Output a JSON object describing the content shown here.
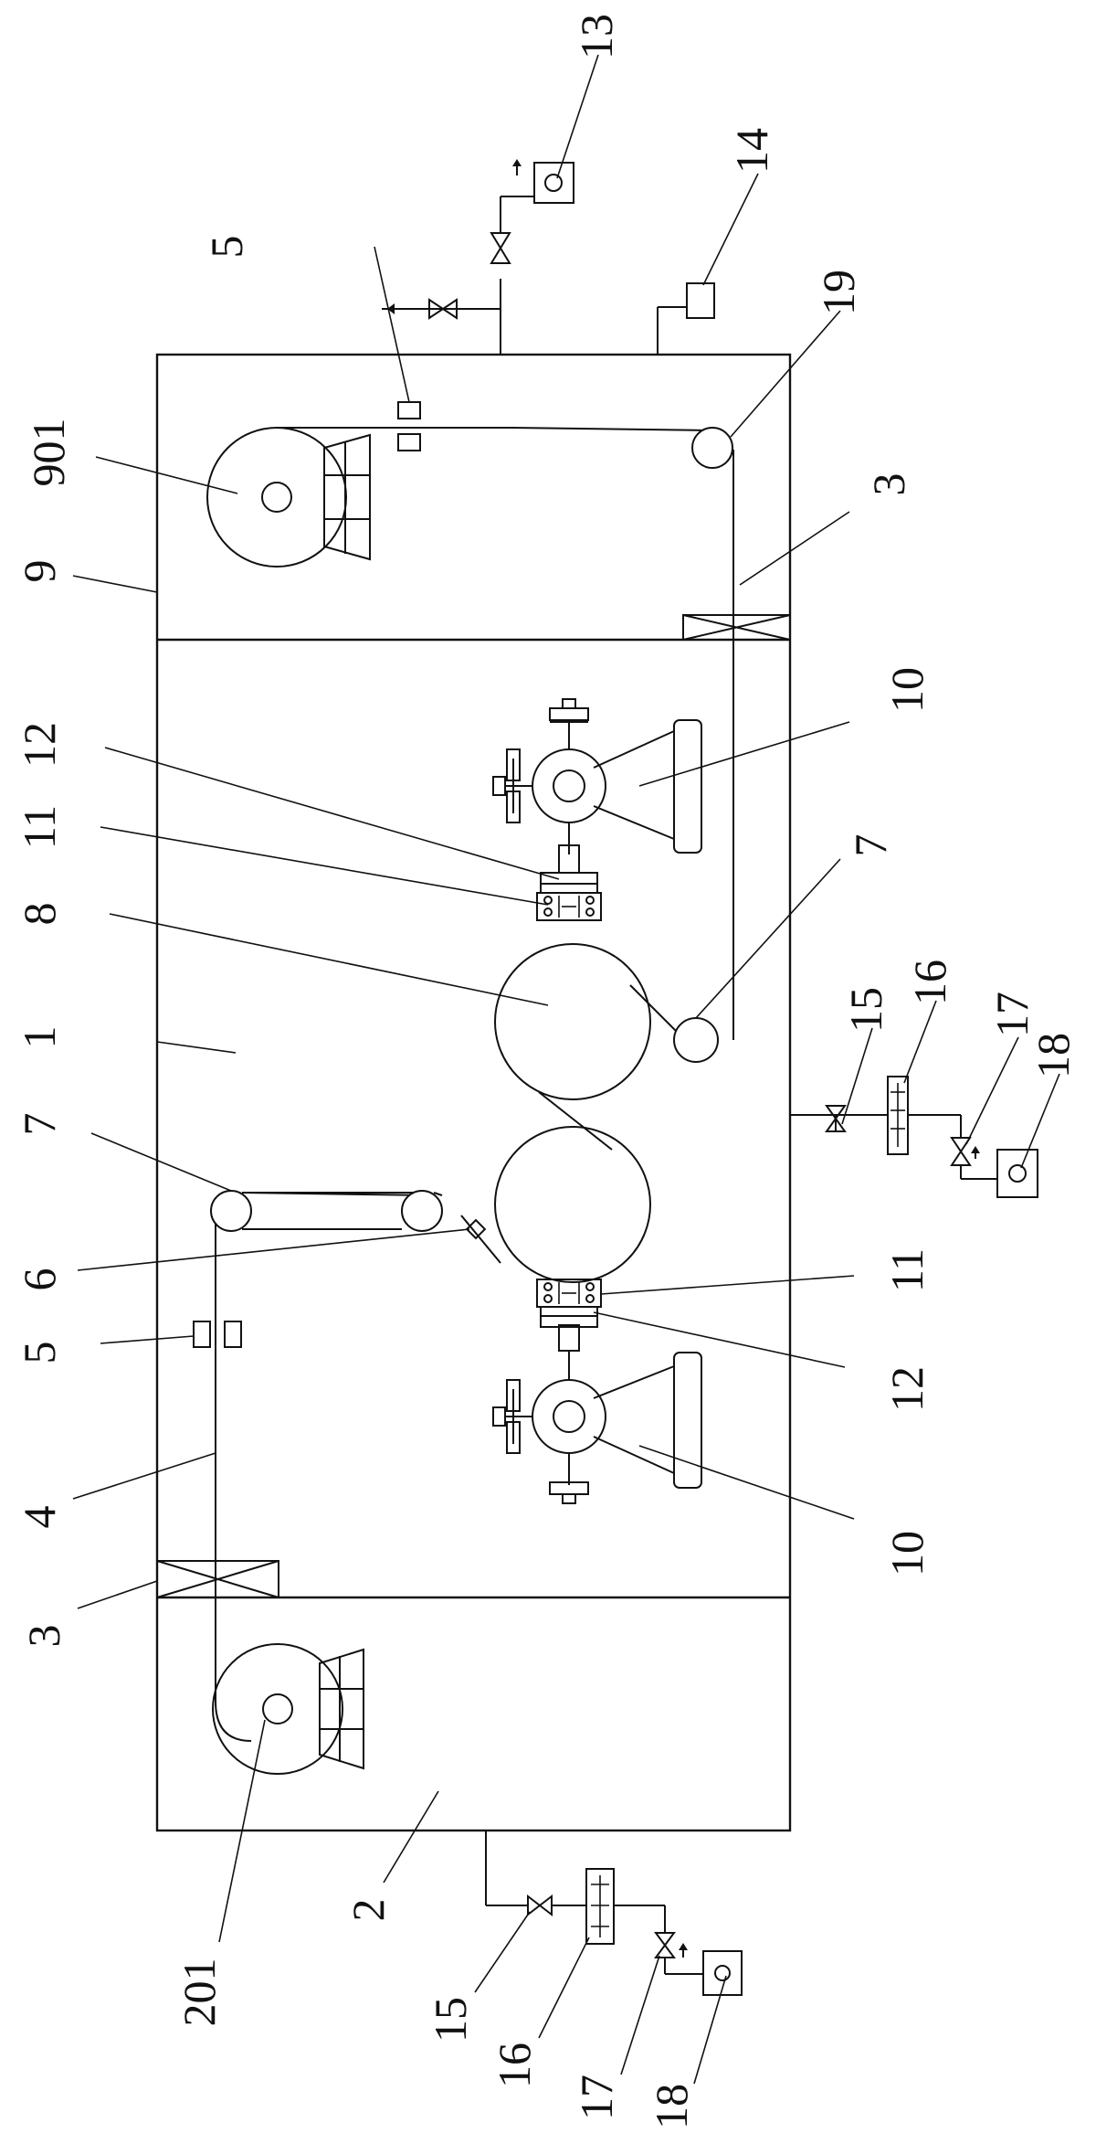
{
  "labels": {
    "l1": "1",
    "l2": "2",
    "l201": "201",
    "l3a": "3",
    "l3b": "3",
    "l4": "4",
    "l5a": "5",
    "l5b": "5",
    "l6": "6",
    "l7a": "7",
    "l7b": "7",
    "l8": "8",
    "l9": "9",
    "l901": "901",
    "l10a": "10",
    "l10b": "10",
    "l11a": "11",
    "l11b": "11",
    "l12a": "12",
    "l12b": "12",
    "l13": "13",
    "l14": "14",
    "l15a": "15",
    "l15b": "15",
    "l16a": "16",
    "l16b": "16",
    "l17a": "17",
    "l17b": "17",
    "l18a": "18",
    "l18b": "18",
    "l19": "19"
  }
}
